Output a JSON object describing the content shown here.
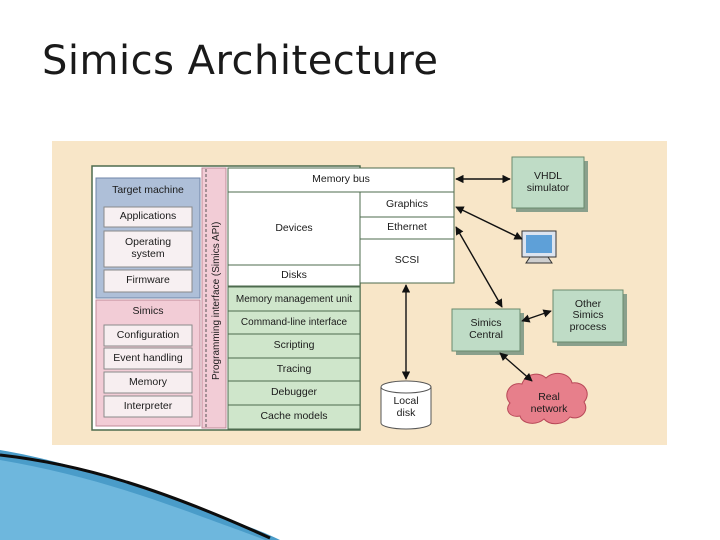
{
  "slide": {
    "title": "Simics Architecture"
  },
  "diagram": {
    "target_machine": "Target machine",
    "applications": "Applications",
    "operating_system": "Operating\nsystem",
    "firmware": "Firmware",
    "simics": "Simics",
    "configuration": "Configuration",
    "event_handling": "Event handling",
    "memory": "Memory",
    "interpreter": "Interpreter",
    "api_label": "Programming interface (Simics API)",
    "memory_bus": "Memory bus",
    "graphics": "Graphics",
    "devices": "Devices",
    "ethernet": "Ethernet",
    "scsi": "SCSI",
    "disks": "Disks",
    "mmu": "Memory management unit",
    "cli": "Command-line interface",
    "scripting": "Scripting",
    "tracing": "Tracing",
    "debugger": "Debugger",
    "cache_models": "Cache models",
    "local_disk": "Local\ndisk",
    "vhdl": "VHDL\nsimulator",
    "simics_central": "Simics\nCentral",
    "other_simics": "Other\nSimics\nprocess",
    "real_network": "Real\nnetwork"
  },
  "colors": {
    "background": "#f8e6c8",
    "panel_blue": "#aebfd8",
    "panel_pink": "#f2ccd6",
    "sim_green": "#cfe6cb",
    "node_green": "#bfdcc6",
    "network_red": "#e77f8b",
    "swoosh_blue": "#2a8bc0"
  }
}
